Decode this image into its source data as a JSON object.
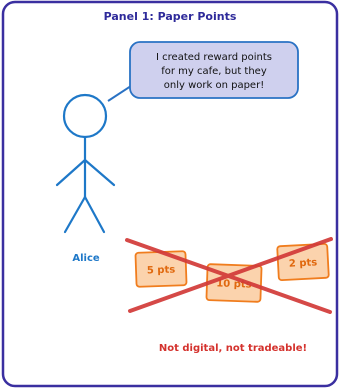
{
  "panel": {
    "title": "Panel 1: Paper Points"
  },
  "speech": {
    "lines": [
      "I created reward points",
      "for my cafe, but they",
      "only work on paper!"
    ]
  },
  "character": {
    "name": "Alice"
  },
  "cards": [
    {
      "label": "5 pts"
    },
    {
      "label": "10 pts"
    },
    {
      "label": "2 pts"
    }
  ],
  "caption": "Not digital, not tradeable!",
  "colors": {
    "frame": "#3a2fa0",
    "title": "#2e2a9a",
    "bubble_fill": "#cfd0ee",
    "bubble_stroke": "#2a72c4",
    "figure": "#1e78c8",
    "card_fill": "#fbd3ad",
    "card_stroke": "#f07d1e",
    "card_text": "#e0680e",
    "cross": "#d23a38",
    "caption": "#d4322d"
  }
}
